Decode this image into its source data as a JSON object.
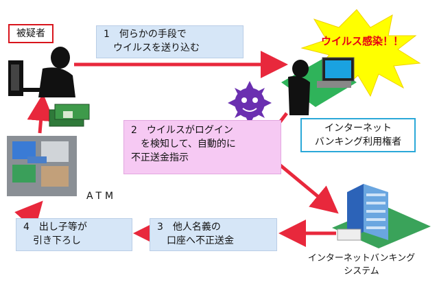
{
  "suspect_label": "被疑者",
  "step1": {
    "line1": "1　何らかの手段で",
    "line2": "　ウイルスを送り込む"
  },
  "virus_banner": "ウイルス感染！！",
  "step2": {
    "line1": "2　ウイルスがログイン",
    "line2": "　を検知して、自動的に",
    "line3": "不正送金指示"
  },
  "user_box": {
    "line1": "インターネット",
    "line2": "バンキング利用権者"
  },
  "system_label": {
    "line1": "インターネットバンキング",
    "line2": "システム"
  },
  "step3": {
    "line1": "3　他人名義の",
    "line2": "　口座へ不正送金"
  },
  "step4": {
    "line1": "4　出し子等が",
    "line2": "　引き下ろし"
  },
  "atm_label": "ATM",
  "colors": {
    "arrow": "#e8283c",
    "blue_box": "#d6e6f7",
    "pink_box": "#f6c9f3",
    "frame_red": "#d8141c",
    "frame_cyan": "#2aa8d8",
    "virus_star": "#ffff00",
    "virus_body": "#6a2fb0"
  }
}
